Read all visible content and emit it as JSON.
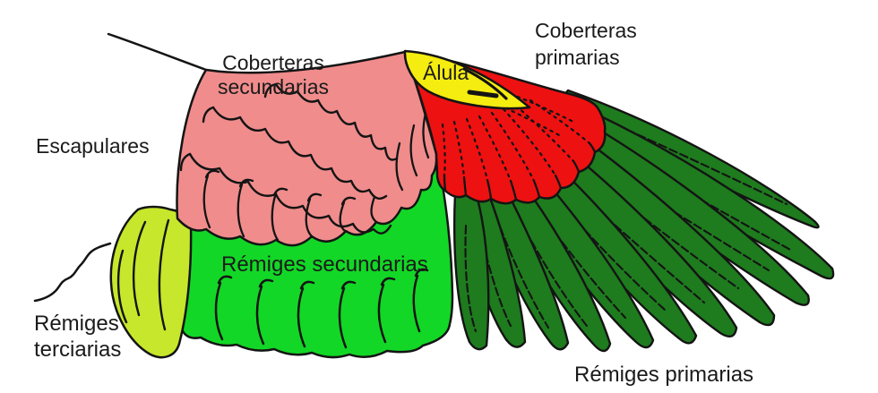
{
  "labels": {
    "coberteras_secundarias": {
      "line1": "Coberteras",
      "line2": "secundarias"
    },
    "escapulares": "Escapulares",
    "coberteras_primarias": {
      "line1": "Coberteras",
      "line2": "primarias"
    },
    "alula": "Álula",
    "remiges_secundarias": "Rémiges secundarias",
    "remiges_terciarias": {
      "line1": "Rémiges",
      "line2": "terciarias"
    },
    "remiges_primarias": "Rémiges primarias"
  },
  "colors": {
    "coberteras_secundarias": "#f08c8c",
    "coberteras_primarias": "#ed1111",
    "alula": "#f5ec10",
    "remiges_secundarias": "#12d726",
    "remiges_terciarias": "#c6e72b",
    "remiges_primarias": "#1e7b1e",
    "outline": "#141414",
    "text": "#1a1a1a",
    "background": "#ffffff"
  }
}
